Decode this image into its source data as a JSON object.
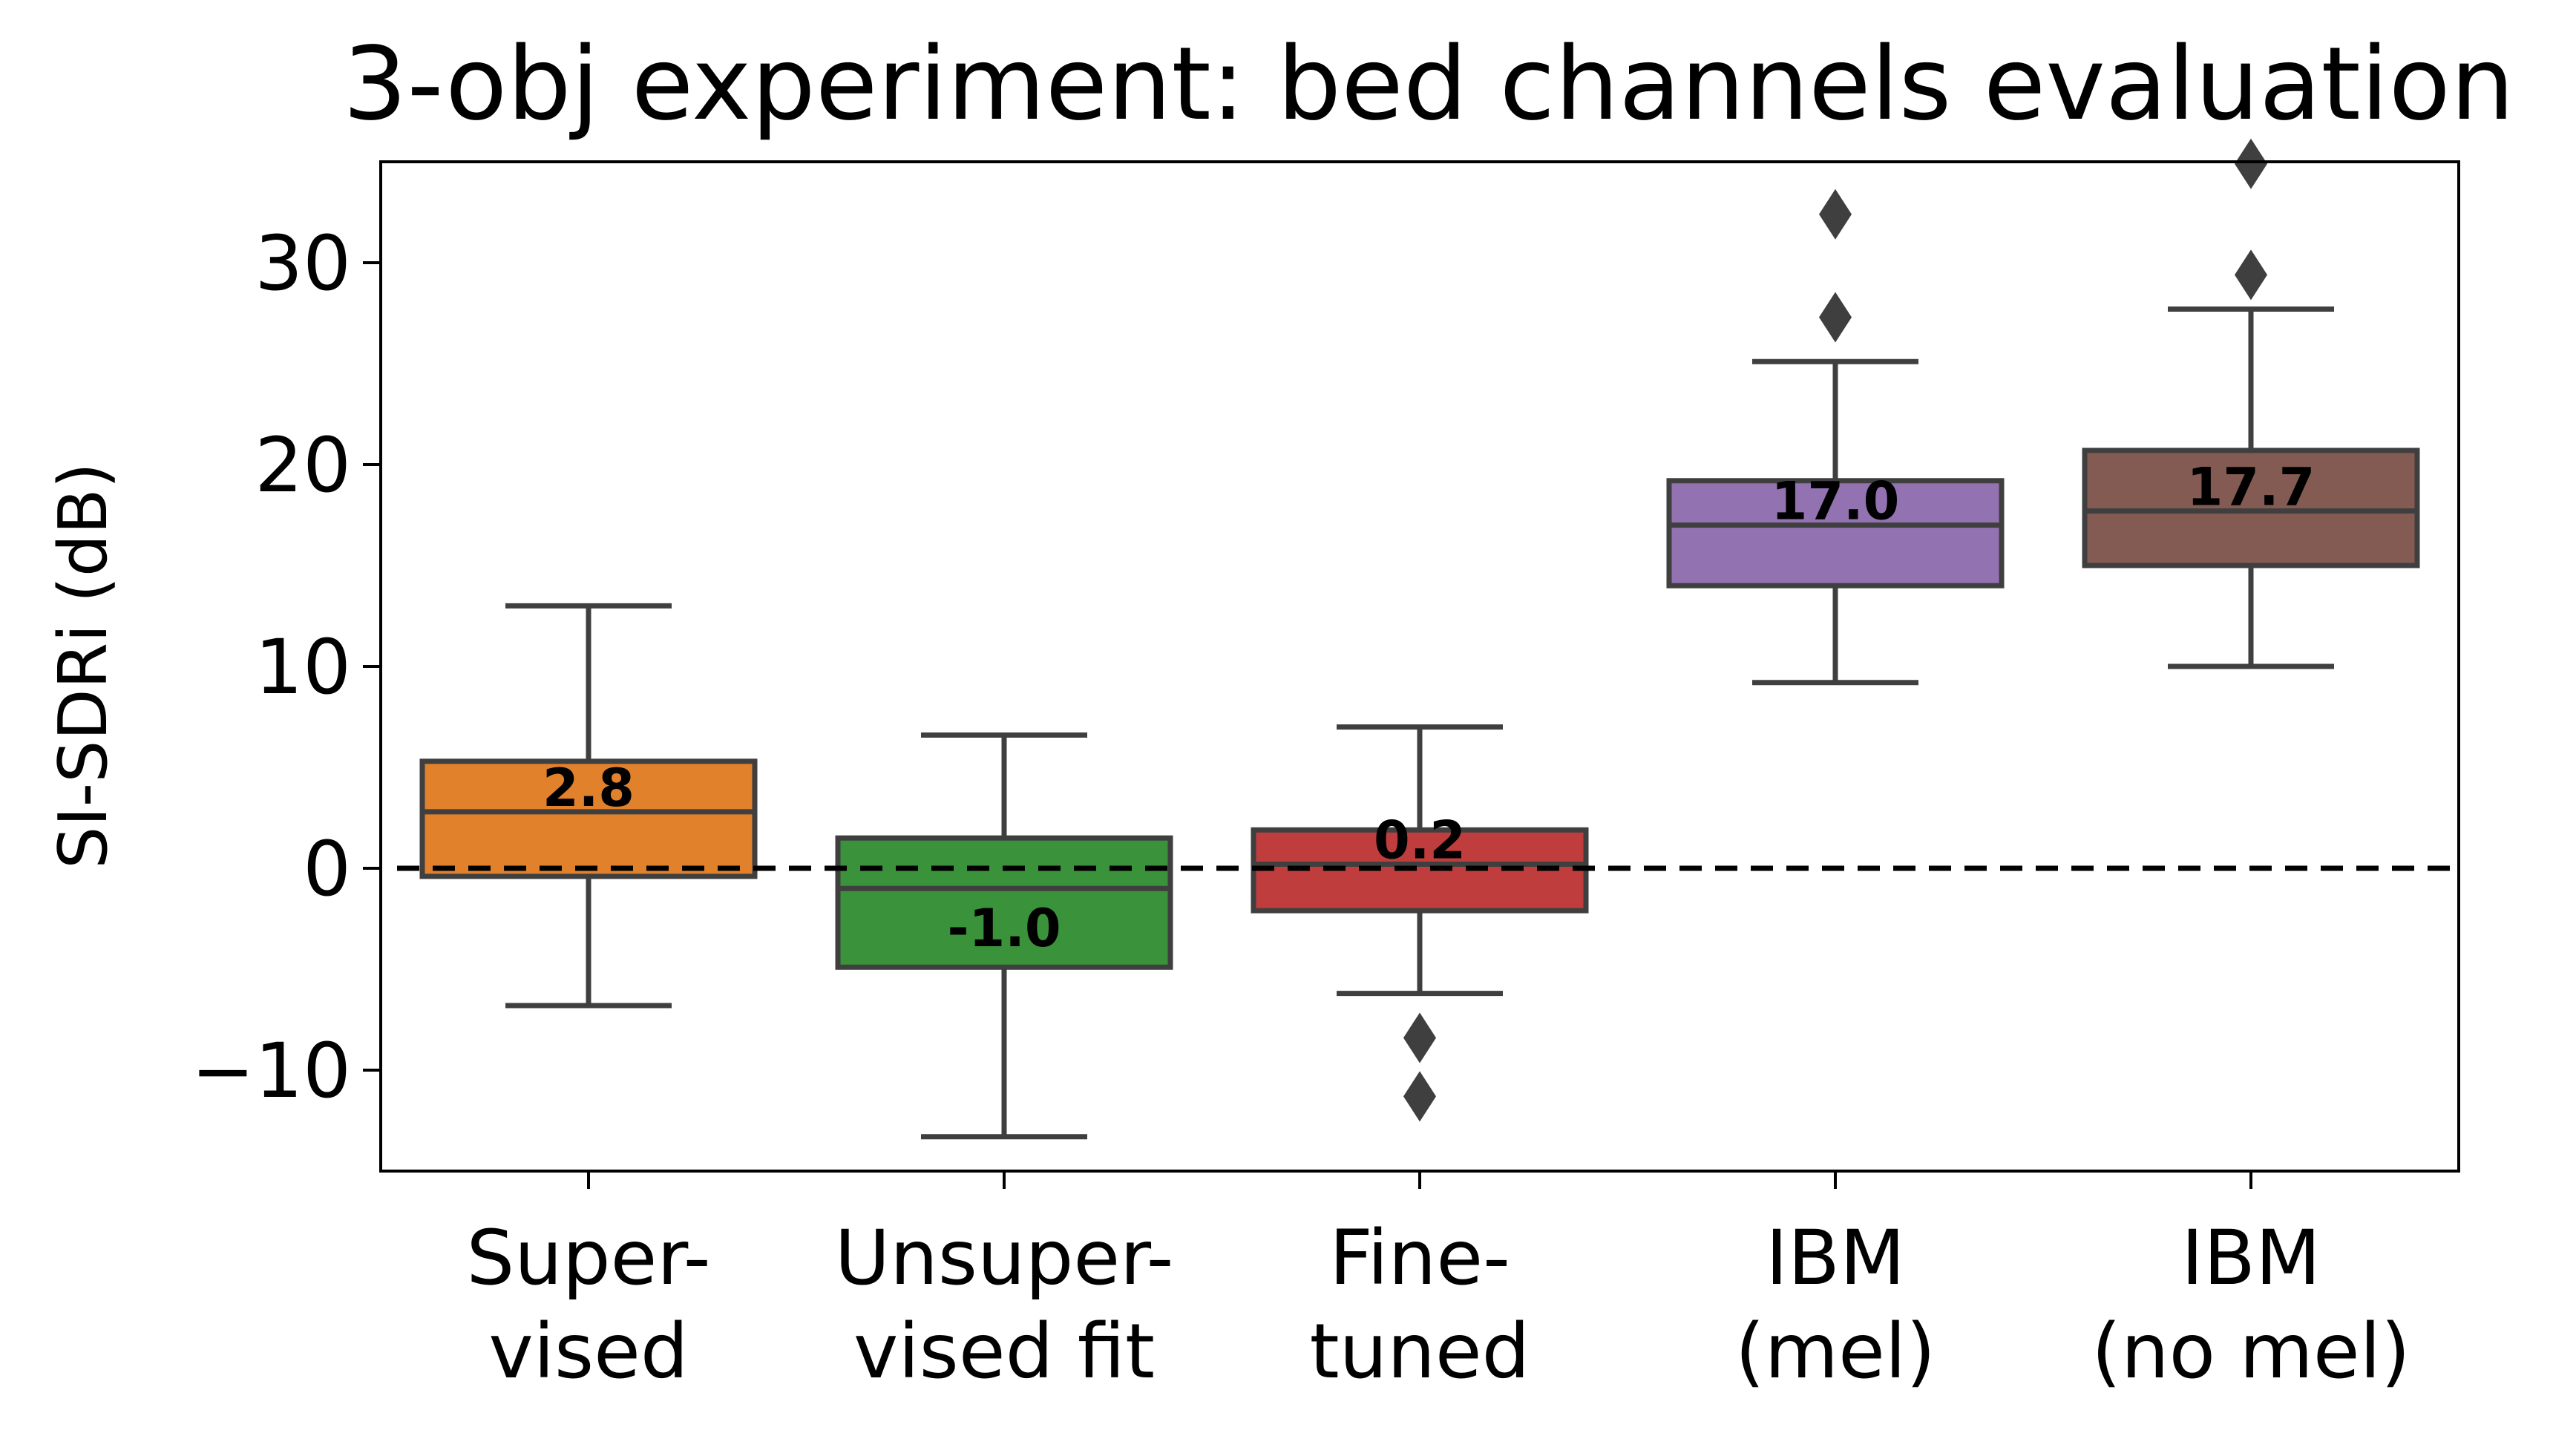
{
  "chart_data": {
    "type": "box",
    "title": "3-obj experiment: bed channels evaluation",
    "xlabel": "",
    "ylabel": "SI-SDRi (dB)",
    "ylim": [
      -15,
      35
    ],
    "yticks": [
      30,
      20,
      10,
      0,
      -10
    ],
    "ytick_labels": [
      "30",
      "20",
      "10",
      "0",
      "−10"
    ],
    "grid": false,
    "reference_line": {
      "y": 0,
      "style": "dashed",
      "color": "#000000"
    },
    "categories": [
      [
        "Super-",
        "vised"
      ],
      [
        "Unsuper-",
        "vised fit"
      ],
      [
        "Fine-",
        "tuned"
      ],
      [
        "IBM",
        "(mel)"
      ],
      [
        "IBM",
        "(no mel)"
      ]
    ],
    "boxes": [
      {
        "whisker_low": -6.8,
        "q1": -0.4,
        "median": 2.8,
        "q3": 5.3,
        "whisker_high": 13.0,
        "outliers": [],
        "median_label": "2.8",
        "color": "#e1812c"
      },
      {
        "whisker_low": -13.3,
        "q1": -4.9,
        "median": -1.0,
        "q3": 1.5,
        "whisker_high": 6.6,
        "outliers": [],
        "median_label": "-1.0",
        "color": "#3a923a"
      },
      {
        "whisker_low": -6.2,
        "q1": -2.1,
        "median": 0.2,
        "q3": 1.9,
        "whisker_high": 7.0,
        "outliers": [
          -8.4,
          -11.3
        ],
        "median_label": "0.2",
        "color": "#c03d3e"
      },
      {
        "whisker_low": 9.2,
        "q1": 14.0,
        "median": 17.0,
        "q3": 19.2,
        "whisker_high": 25.1,
        "outliers": [
          27.3,
          32.4
        ],
        "median_label": "17.0",
        "color": "#9372b2"
      },
      {
        "whisker_low": 10.0,
        "q1": 15.0,
        "median": 17.7,
        "q3": 20.7,
        "whisker_high": 27.7,
        "outliers": [
          29.4,
          34.9
        ],
        "median_label": "17.7",
        "color": "#845b53"
      }
    ],
    "line_color": "#3f3f3f"
  }
}
